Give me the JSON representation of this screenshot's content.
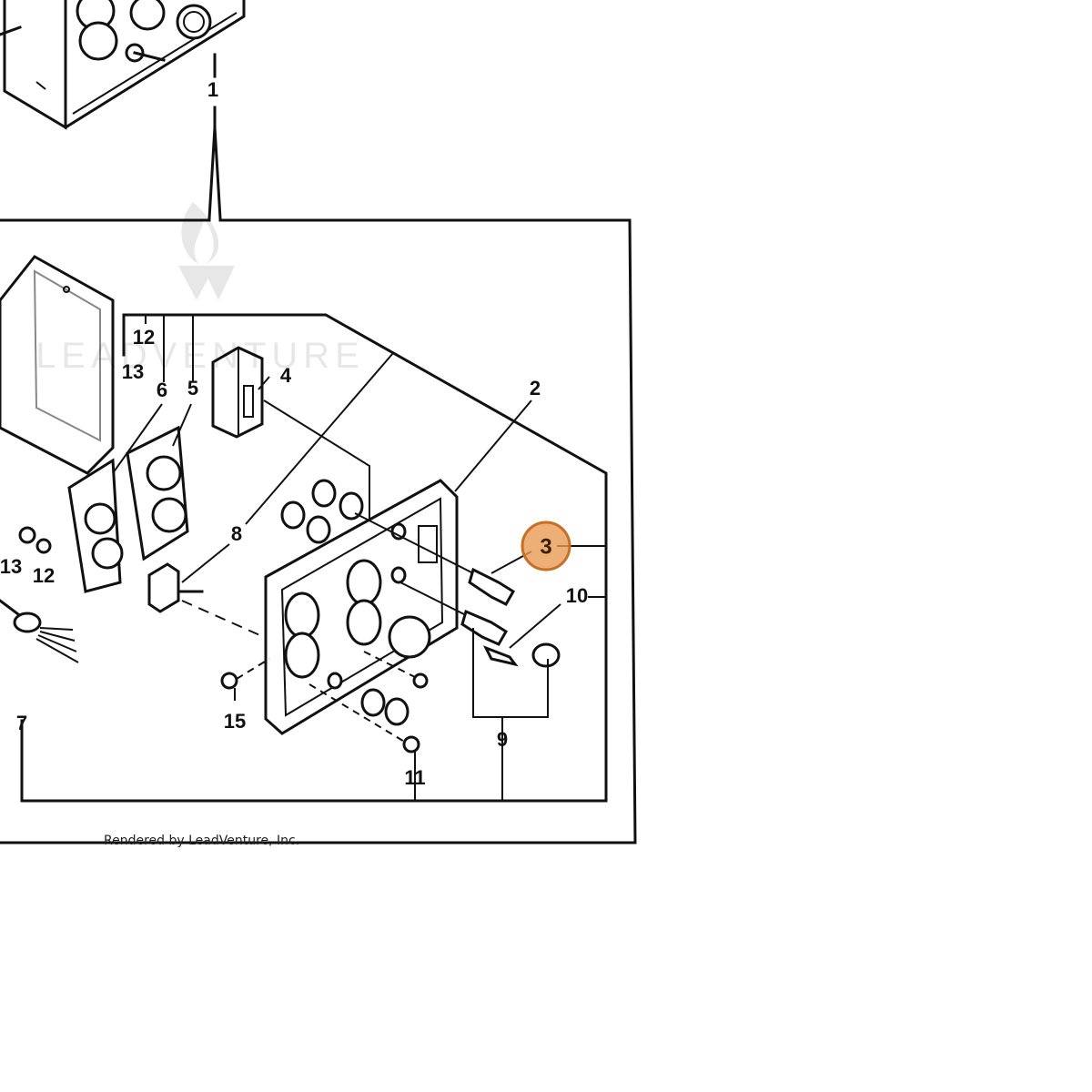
{
  "diagram": {
    "callouts": [
      {
        "id": "1",
        "label": "1"
      },
      {
        "id": "2",
        "label": "2"
      },
      {
        "id": "3",
        "label": "3"
      },
      {
        "id": "4",
        "label": "4"
      },
      {
        "id": "5",
        "label": "5"
      },
      {
        "id": "6",
        "label": "6"
      },
      {
        "id": "7",
        "label": "7"
      },
      {
        "id": "8",
        "label": "8"
      },
      {
        "id": "9",
        "label": "9"
      },
      {
        "id": "10",
        "label": "10"
      },
      {
        "id": "11",
        "label": "11"
      },
      {
        "id": "12a",
        "label": "12"
      },
      {
        "id": "13a",
        "label": "13"
      },
      {
        "id": "13b",
        "label": "13"
      },
      {
        "id": "12b",
        "label": "12"
      },
      {
        "id": "15",
        "label": "15"
      }
    ],
    "highlighted_callout": "3",
    "highlight_color": "#e89a55",
    "watermark": "LEADVENTURE",
    "credit": "Rendered by LeadVenture, Inc."
  }
}
